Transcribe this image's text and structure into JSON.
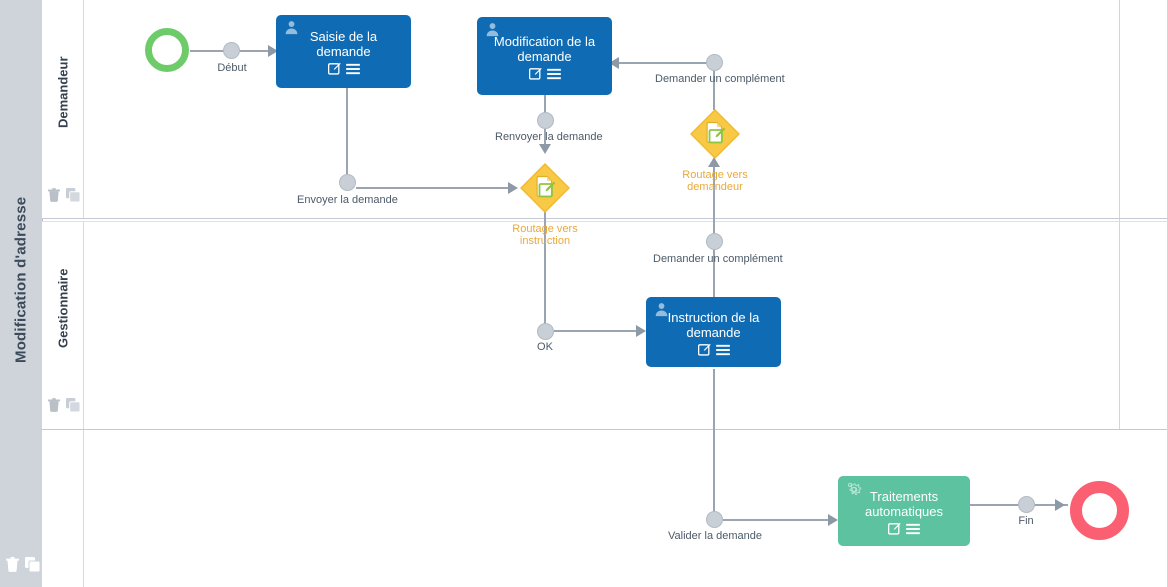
{
  "pool": {
    "title": "Modification d'adresse",
    "tools": [
      "trash-icon",
      "copy-icon"
    ]
  },
  "lanes": [
    {
      "id": "demandeur",
      "label": "Demandeur",
      "tools": [
        "trash-icon",
        "copy-icon"
      ]
    },
    {
      "id": "gestionnaire",
      "label": "Gestionnaire",
      "tools": [
        "trash-icon",
        "copy-icon"
      ]
    },
    {
      "id": "systeme",
      "label": "",
      "tools": []
    }
  ],
  "events": [
    {
      "id": "start",
      "type": "start-event",
      "label": ""
    },
    {
      "id": "end",
      "type": "end-event",
      "label": ""
    }
  ],
  "tasks": [
    {
      "id": "saisie",
      "label": "Saisie de la demande",
      "kind": "user",
      "type_icon": "user-icon",
      "actions": [
        "edit-icon",
        "menu-icon"
      ]
    },
    {
      "id": "modification",
      "label": "Modification de la demande",
      "kind": "user",
      "type_icon": "user-icon",
      "actions": [
        "edit-icon",
        "menu-icon"
      ]
    },
    {
      "id": "instruction",
      "label": "Instruction de la demande",
      "kind": "user",
      "type_icon": "user-icon",
      "actions": [
        "edit-icon",
        "menu-icon"
      ]
    },
    {
      "id": "traitements",
      "label": "Traitements automatiques",
      "kind": "service",
      "type_icon": "gear-icon",
      "actions": [
        "edit-icon",
        "menu-icon"
      ]
    }
  ],
  "gateways": [
    {
      "id": "routage-instruction",
      "label": "Routage vers instruction",
      "icon": "document-edit-icon"
    },
    {
      "id": "routage-demandeur",
      "label": "Routage vers demandeur",
      "icon": "document-edit-icon"
    }
  ],
  "flow_labels": {
    "debut": "Début",
    "envoyer": "Envoyer la demande",
    "renvoyer": "Renvoyer la demande",
    "complement_haut": "Demander un complément",
    "complement_bas": "Demander un complément",
    "ok": "OK",
    "valider": "Valider la demande",
    "fin": "Fin"
  },
  "colors": {
    "user_task": "#0f6cb4",
    "service_task": "#5cc2a0",
    "gateway": "#f8c944",
    "start_event": "#6ecb6a",
    "end_event": "#fa5f72",
    "connector": "#9aa5b1",
    "pool_header": "#cfd4da",
    "gateway_label": "#e8a93a"
  }
}
